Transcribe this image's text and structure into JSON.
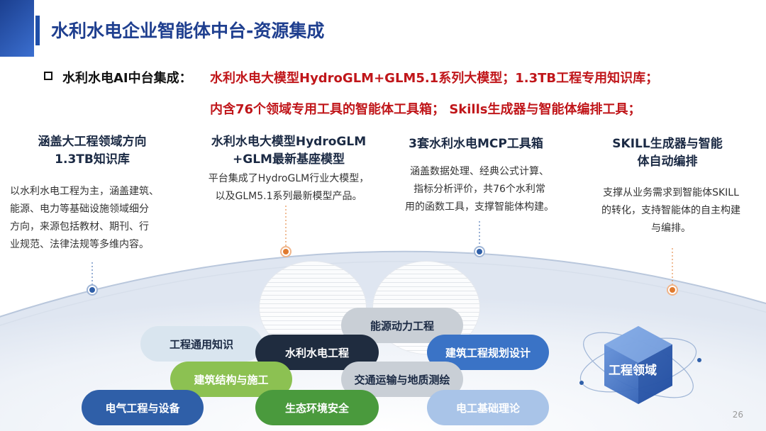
{
  "header": {
    "title": "水利水电企业智能体中台-资源集成"
  },
  "summary": {
    "label": "水利水电AI中台集成：",
    "line1": "水利水电大模型HydroGLM+GLM5.1系列大模型；1.3TB工程专用知识库；",
    "line2": "内含76个领域专用工具的智能体工具箱； Skills生成器与智能体编排工具；"
  },
  "columns": [
    {
      "title": [
        "涵盖大工程领域方向",
        "1.3TB知识库"
      ],
      "desc": [
        "以水利水电工程为主，涵盖建筑、",
        "能源、电力等基础设施领域细分",
        "方向，来源包括教材、期刊、行",
        "业规范、法律法规等多维内容。"
      ]
    },
    {
      "title": [
        "水利水电大模型HydroGLM",
        "+GLM最新基座模型"
      ],
      "desc": [
        "平台集成了HydroGLM行业大模型，",
        "以及GLM5.1系列最新模型产品。"
      ]
    },
    {
      "title": [
        "3套水利水电MCP工具箱"
      ],
      "desc": [
        "涵盖数据处理、经典公式计算、",
        "指标分析评价，共76个水利常",
        "用的函数工具，支撑智能体构建。"
      ]
    },
    {
      "title": [
        "SKILL生成器与智能",
        "体自动编排"
      ],
      "desc": [
        "支撑从业务需求到智能体SKILL",
        "的转化，支持智能体的自主构建",
        "与编排。"
      ]
    }
  ],
  "domains": [
    "能源动力工程",
    "工程通用知识",
    "水利水电工程",
    "建筑工程规划设计",
    "建筑结构与施工",
    "交通运输与地质测绘",
    "电气工程与设备",
    "生态环境安全",
    "电工基础理论"
  ],
  "crystal": {
    "label": "工程领域"
  },
  "page_number": "26",
  "colors": {
    "title_blue": "#1f3f8f",
    "highlight_red": "#c0161a",
    "orange_dot": "#e07a2e",
    "blue_dot": "#2f5fa8"
  }
}
